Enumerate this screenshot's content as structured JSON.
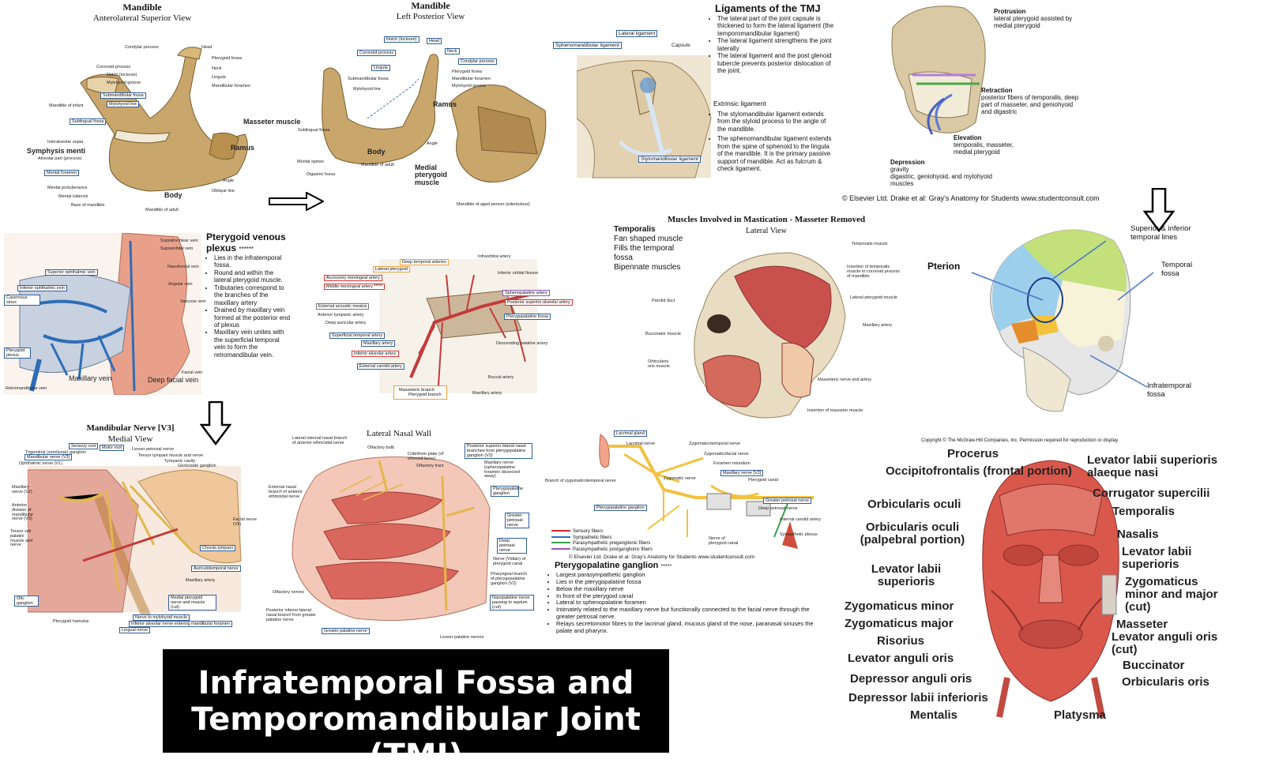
{
  "banner": {
    "line1": "Infratemporal Fossa and",
    "line2": "Temporomandibular Joint (TMJ)"
  },
  "mandible1": {
    "title": "Mandible",
    "subtitle": "Anterolateral Superior View",
    "labels": [
      "Condylar process",
      "Head",
      "Pterygoid fovea",
      "Neck",
      "Coronoid process",
      "Notch (incisure)",
      "Lingula",
      "Mylohyoid groove",
      "Mandibular foramen",
      "Submandibular fossa",
      "Mylohyoid line",
      "Mandible of infant",
      "Sublingual fossa",
      "Masseter muscle",
      "Symphysis menti",
      "Ramus",
      "Interalveolar septa",
      "Alveolar part (process)",
      "Mental foramen",
      "Angle",
      "Mental protuberance",
      "Body",
      "Oblique line",
      "Mental tubercle",
      "Base of mandible",
      "Mandible of adult"
    ]
  },
  "mandible2": {
    "title": "Mandible",
    "subtitle": "Left Posterior View",
    "labels": [
      "Notch (incisure)",
      "Head",
      "Coronoid process",
      "Neck",
      "Condylar process",
      "Lingula",
      "Pterygoid fovea",
      "Submandibular fossa",
      "Mandibular foramen",
      "Mylohyoid line",
      "Mylohyoid groove",
      "Ramus",
      "Sublingual fossa",
      "Angle",
      "Mental spines",
      "Body",
      "Mandible of adult",
      "Digastric fossa",
      "Medial pterygoid muscle",
      "Mandible of aged person (edentulous)"
    ]
  },
  "tmj": {
    "labels": [
      "Lateral ligament",
      "Sphenomandibular ligament",
      "Capsule",
      "Stylomandibular ligament"
    ],
    "title": "Ligaments of the TMJ",
    "bullets1": [
      "The lateral part of the joint capsule is thickened to form the lateral ligament (the temporomandibular ligament)",
      "The lateral ligament strengthens the joint laterally",
      "The lateral ligament and the post glenoid tubercle prevents posterior dislocation of the joint."
    ],
    "subhead": "Extrinsic ligament",
    "bullets2": [
      "The stylomandibular ligament extends from the styloid process to the angle of the mandible.",
      "The sphenomandibular ligament extends from the spine of sphenoid to the lingula of the mandible. It is the primary passive support of mandible. Act as fulcrum & check ligament."
    ],
    "copyright": "© Elsevier Ltd. Drake et al: Gray's Anatomy for Students www.studentconsult.com"
  },
  "movements": {
    "protrusion": {
      "head": "Protrusion",
      "items": [
        "lateral pterygoid assisted by medial pterygoid"
      ]
    },
    "retraction": {
      "head": "Retraction",
      "items": [
        "posterior fibers of temporalis, deep part of masseter, and geniohyoid and digastric"
      ]
    },
    "elevation": {
      "head": "Elevation",
      "items": [
        "temporalis, masseter, medial pterygoid"
      ]
    },
    "depression": {
      "head": "Depression",
      "items": [
        "gravity",
        "digastric, geniohyoid, and mylohyoid muscles"
      ]
    }
  },
  "venous": {
    "labels": [
      "Supratrochlear vein",
      "Supraorbital vein",
      "Nasofrontal vein",
      "Superior ophthalmic vein",
      "Angular vein",
      "Inferior ophthalmic vein",
      "Cavernous sinus",
      "Varicose vein",
      "Pterygoid plexus",
      "Facial vein",
      "Retromandibular vein",
      "Maxillary vein",
      "Deep facial vein"
    ],
    "title": "Pterygoid venous plexus",
    "stars": "******",
    "bullets": [
      "Lies in the infratemporal fossa.",
      "Round and within the lateral pterygoid muscle.",
      "Tributaries correspond to the branches of the maxillary artery",
      "Drained by maxillary vein formed at the posterior end of plexus",
      "Maxillary vein unites with the superficial temporal vein to form the retromandibular vein."
    ]
  },
  "artery": {
    "labels": [
      "Deep temporal arteries",
      "Infraorbital artery",
      "Lateral pterygoid",
      "Inferior orbital fissure",
      "Accessory meningeal artery",
      "Middle meningeal artery",
      "Sphenopalatine artery",
      "Posterior superior alveolar artery",
      "External acoustic meatus",
      "Anterior tympanic artery",
      "Pterygopalatine fossa",
      "Deep auricular artery",
      "Superficial temporal artery",
      "Maxillary artery",
      "Descending palatine artery",
      "Inferior alveolar artery",
      "External carotid artery",
      "Buccal artery",
      "Masseteric branch",
      "Pterygoid branch",
      "Maxillary artery"
    ],
    "stars": "*****"
  },
  "mastication": {
    "title": "Muscles Involved in Mastication - Masseter Removed",
    "subtitle": "Lateral View",
    "temporalis": {
      "head": "Temporalis",
      "lines": [
        "Fan shaped muscle",
        "Fills the temporal fossa",
        "Bipennate muscles"
      ]
    },
    "labels": [
      "Temporalis muscle",
      "Insertion of temporalis muscle to coronoid process of mandible",
      "Lateral pterygoid muscle",
      "Parotid duct",
      "Maxillary artery",
      "Buccinator muscle",
      "Orbicularis oris muscle",
      "Masseteric nerve and artery",
      "Insertion of masseter muscle"
    ]
  },
  "skull": {
    "labels": [
      "Superior & inferior temporal lines",
      "Pterion",
      "Temporal fossa",
      "Infratemporal fossa"
    ]
  },
  "nerve": {
    "title": "Mandibular Nerve [V3]",
    "subtitle": "Medial View",
    "labels": [
      "Sensory root",
      "Motor root",
      "Lesser petrosal nerve",
      "Trigeminal (semilunar) ganglion",
      "Tensor tympani muscle and nerve",
      "Mandibular nerve (V3)",
      "Tympanic cavity",
      "Ophthalmic nerve (V1)",
      "Geniculate ganglion",
      "Maxillary nerve (V2)",
      "Anterior division of mandibular nerve (V3)",
      "Facial nerve (VII)",
      "Tensor veli palatini muscle and nerve",
      "Chorda tympani",
      "Auriculotemporal nerve",
      "Maxillary artery",
      "Otic ganglion",
      "Medial pterygoid nerve and muscle (cut)",
      "Nerve to mylohyoid muscle",
      "Pterygoid hamulus",
      "Inferior alveolar nerve entering mandibular foramen",
      "Lingual nerve"
    ]
  },
  "nasal": {
    "title": "Lateral Nasal Wall",
    "labels": [
      "Lateral internal nasal branch of anterior ethmoidal nerve",
      "Olfactory bulb",
      "Cribriform plate (of ethmoid bone)",
      "Olfactory tract",
      "Posterior superior lateral nasal branches from pterygopalatine ganglion (V2)",
      "Maxillary nerve (sphenopalatine foramen dissected away)",
      "External nasal branch of anterior ethmoidal nerve",
      "Pterygopalatine ganglion",
      "Greater petrosal nerve",
      "Deep petrosal nerve",
      "Nerve (Vidian) of pterygoid canal",
      "Pharyngeal branch of pterygopalatine ganglion (V2)",
      "Nasopalatine nerve passing to septum (cut)",
      "Olfactory nerves",
      "Posterior inferior lateral nasal branch from greater palatine nerve",
      "Greater palatine nerve",
      "Lesser palatine nerves"
    ]
  },
  "ganglion": {
    "labels": [
      "Lacrimal gland",
      "Lacrimal nerve",
      "Zygomaticotemporal nerve",
      "Zygomaticofacial nerve",
      "Foramen rotundum",
      "Maxillary nerve [V2]",
      "Branch of zygomaticotemporal nerve",
      "Zygomatic nerve",
      "Pterygoid canal",
      "Pterygopalatine ganglion",
      "Greater petrosal nerve",
      "Deep petrosal nerve",
      "Internal carotid artery",
      "Nerve of pterygoid canal",
      "Sympathetic plexus"
    ],
    "legend": [
      {
        "text": "Sensory fibers",
        "color": "#d62728"
      },
      {
        "text": "Sympathetic fibers",
        "color": "#2f6fbf"
      },
      {
        "text": "Parasympathetic preganglionic fibers",
        "color": "#3aa04a"
      },
      {
        "text": "Parasympathetic postganglionic fibers",
        "color": "#9b59b6"
      }
    ],
    "copyright": "© Elsevier Ltd. Drake et al: Gray's Anatomy for Students www.studentconsult.com",
    "title": "Pterygopalatine ganglion",
    "stars": "*****",
    "bullets": [
      "Largest parasympathetic ganglion",
      "Lies in the pterygopalatine fossa",
      "Below the maxillary nerve",
      "In front of the pterygoid canal",
      "Lateral to sphenopalatine foramen",
      "Intimately related to the maxillary nerve but functionally connected to the facial nerve through the greater petrosal nerve.",
      "Relays secretomotor fibres to the lacrimal gland, mucous gland of the nose, paranasal sinuses the palate and pharynx."
    ]
  },
  "face": {
    "copyright": "Copyright © The McGraw-Hill Companies, Inc. Permission required for reproduction or display.",
    "left": [
      "Procerus",
      "Occipitofrontalis (frontal portion)",
      "Orbicularis oculi",
      "Orbicularis oculi (palpebral portion)",
      "Levator labii superioris",
      "Zygomaticus minor",
      "Zygomaticus major",
      "Risorius",
      "Levator anguli oris",
      "Depressor anguli oris",
      "Depressor labii inferioris",
      "Mentalis"
    ],
    "right": [
      "Levator labii superioris alaeque nasi",
      "Corrugator supercilii",
      "Temporalis",
      "Nasalis",
      "Levator labii superioris",
      "Zygomaticus minor and major (cut)",
      "Masseter",
      "Levator anguli oris (cut)",
      "Buccinator",
      "Orbicularis oris",
      "Platysma"
    ]
  }
}
